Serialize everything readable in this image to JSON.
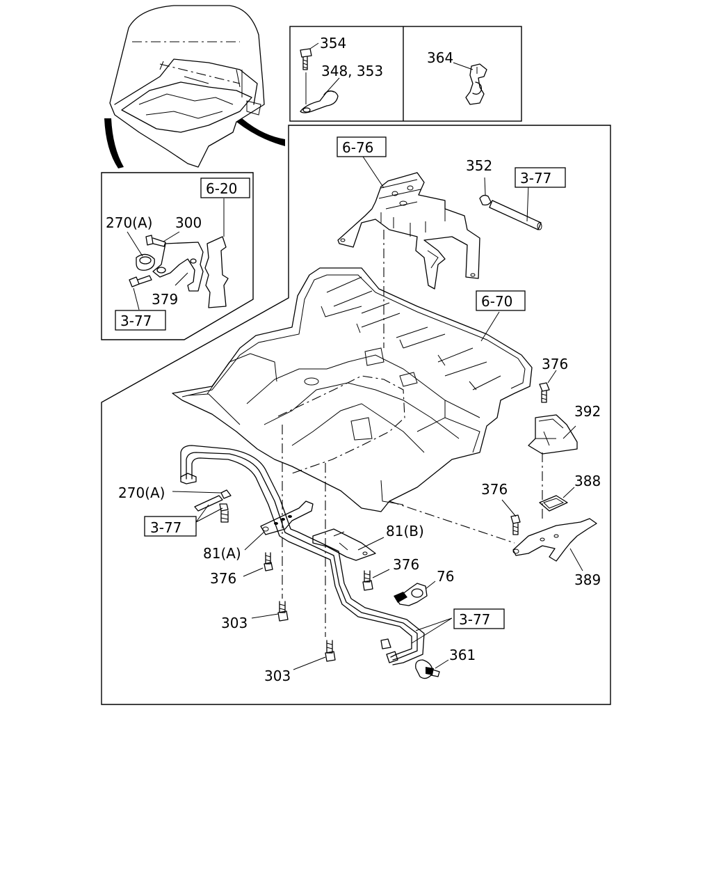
{
  "callouts": {
    "c354": "354",
    "c348": "348, 353",
    "c364": "364",
    "r676": "6-76",
    "c352": "352",
    "r377a": "3-77",
    "r620": "6-20",
    "c270a_top": "270(A)",
    "c300": "300",
    "c379": "379",
    "r377b": "3-77",
    "r670": "6-70",
    "c376a": "376",
    "c392": "392",
    "c388": "388",
    "c376b": "376",
    "c389": "389",
    "c270a": "270(A)",
    "r377c": "3-77",
    "c81a": "81(A)",
    "c81b": "81(B)",
    "c376c": "376",
    "c376d": "376",
    "c76": "76",
    "c303a": "303",
    "r377d": "3-77",
    "c361": "361",
    "c303b": "303"
  }
}
